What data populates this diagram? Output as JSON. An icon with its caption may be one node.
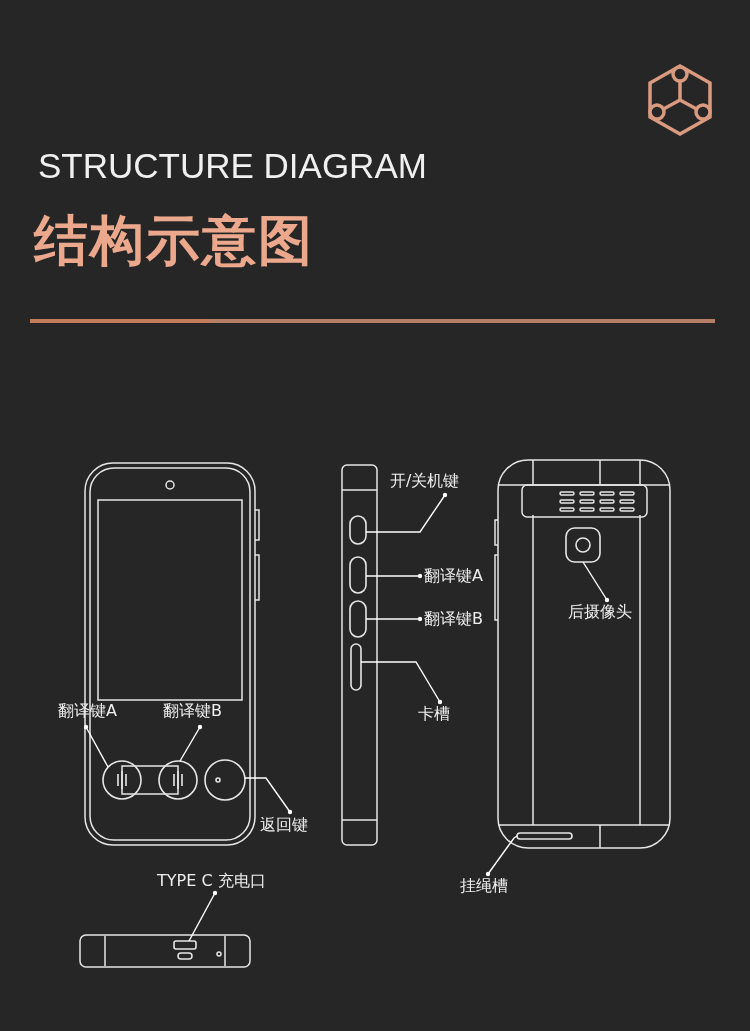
{
  "diagram": {
    "title": "STRUCTURE DIAGRAM",
    "nodes": [
      {
        "text": [
          "翻译键A"
        ]
      },
      {
        "text": [
          "翻译键B"
        ]
      },
      {
        "text": [
          "返回键"
        ]
      },
      {
        "text": [
          "TYPE C 充电口"
        ]
      },
      {
        "text": [
          "开/关机键"
        ]
      },
      {
        "text": [
          "翻译键A"
        ]
      },
      {
        "text": [
          "翻译键B"
        ]
      },
      {
        "text": [
          "卡槽"
        ]
      },
      {
        "text": [
          "后摄像头"
        ]
      },
      {
        "text": [
          "挂绳槽"
        ]
      },
      {
        "text": [],
        "shape": "circle"
      },
      {
        "text": [],
        "shape": "circle"
      },
      {
        "text": [],
        "shape": "circle"
      },
      {
        "text": [],
        "shape": "box"
      },
      {
        "text": [],
        "shape": "bar"
      },
      {
        "text": [],
        "shape": "bar"
      },
      {
        "text": [],
        "shape": "bar"
      },
      {
        "text": [],
        "shape": "bar"
      },
      {
        "text": [],
        "shape": "box"
      },
      {
        "text": [],
        "shape": "bar"
      }
    ],
    "edges": [
      {
        "from": 0,
        "to": 10,
        "arrow": "other"
      },
      {
        "from": 1,
        "to": 11,
        "arrow": "other"
      },
      {
        "from": 2,
        "to": 12,
        "arrow": "other"
      },
      {
        "from": 3,
        "to": 13,
        "arrow": "other"
      },
      {
        "from": 4,
        "to": 14,
        "arrow": "other"
      },
      {
        "from": 5,
        "to": 15,
        "arrow": "other"
      },
      {
        "from": 6,
        "to": 16,
        "arrow": "other"
      },
      {
        "from": 7,
        "to": 17,
        "arrow": "other"
      },
      {
        "from": 8,
        "to": 18,
        "arrow": "other"
      },
      {
        "from": 9,
        "to": 19,
        "arrow": "other"
      }
    ],
    "labels": [
      "结构示意图"
    ]
  }
}
